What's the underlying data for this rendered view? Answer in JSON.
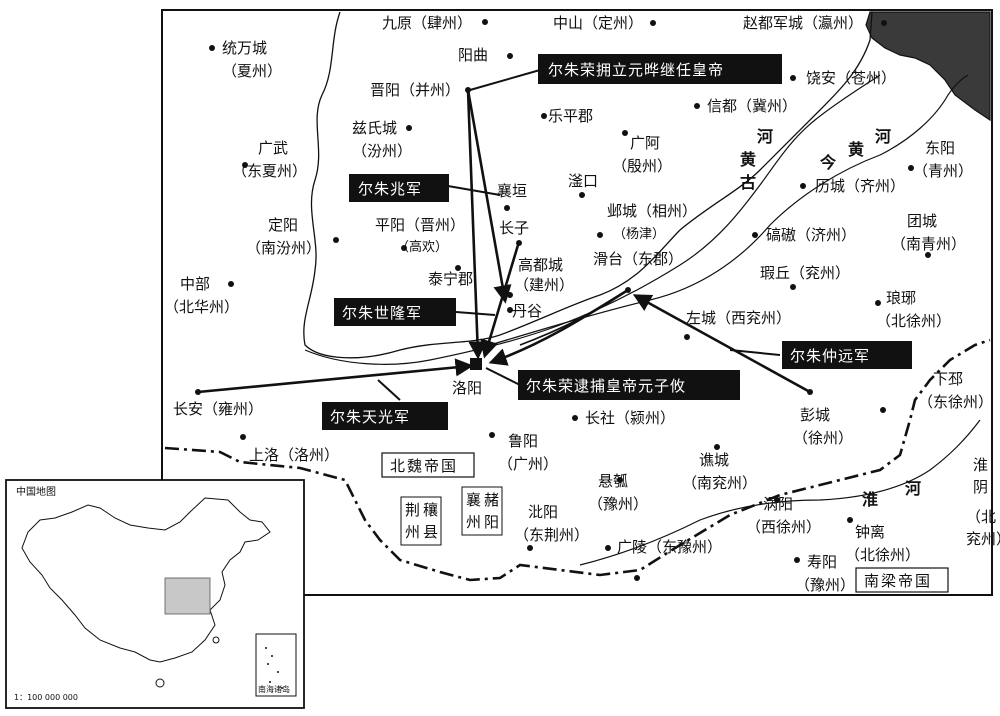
{
  "places": {
    "jiuyuan": "九原（肆州）",
    "zhongshan": "中山（定州）",
    "zhaodu": "赵都军城（瀛州）",
    "tongwan_a": "统万城",
    "tongwan_b": "（夏州）",
    "yangqu": "阳曲",
    "jinyang": "晋阳（并州）",
    "raoan": "饶安（苍州）",
    "xindu": "信都（冀州）",
    "lepingjun": "乐平郡",
    "zishi_a": "兹氏城",
    "zishi_b": "（汾州）",
    "guangwu_a": "广武",
    "guangwu_b": "（东夏州）",
    "guanga_a": "广阿",
    "guanga_b": "（殷州）",
    "dongyang_a": "东阳",
    "dongyang_b": "（青州）",
    "xiangyuan": "襄垣",
    "fukou": "滏口",
    "licheng": "历城（齐州）",
    "dingyang_a": "定阳",
    "dingyang_b": "（南汾州）",
    "pingyang_a": "平阳（晋州）",
    "pingyang_b": "（高欢）",
    "zhangzi": "长子",
    "yecheng_a": "邺城（相州）",
    "yecheng_b": "（杨津）",
    "qiaoao": "碻磝（济州）",
    "tuancheng_a": "团城",
    "tuancheng_b": "（南青州）",
    "zhongbu_a": "中部",
    "zhongbu_b": "（北华州）",
    "tainingjun": "泰宁郡",
    "gaodu_a": "高都城",
    "gaodu_b": "（建州）",
    "huatai": "滑台（东郡）",
    "xiaqiu": "瑕丘（兖州）",
    "langye_a": "琅琊",
    "langye_b": "（北徐州）",
    "dangu": "丹谷",
    "zuocheng": "左城（西兖州）",
    "luoyang": "洛阳",
    "xiapi_a": "下邳",
    "xiapi_b": "（东徐州）",
    "changan": "长安（雍州）",
    "changshe": "长社（颍州）",
    "pengcheng_a": "彭城",
    "pengcheng_b": "（徐州）",
    "shangluo": "上洛（洛州）",
    "luyang_a": "鲁阳",
    "luyang_b": "（广州）",
    "qiaocheng_a": "谯城",
    "qiaocheng_b": "（南兖州）",
    "xuanhu_a": "悬瓠",
    "xuanhu_b": "（豫州）",
    "huaiyin_a": "淮",
    "huaiyin_b": "阴",
    "huaiyin_c": "（北",
    "huaiyin_d": "兖州）",
    "biyang_a": "沘阳",
    "biyang_b": "（东荆州）",
    "woyang_a": "涡阳",
    "woyang_b": "（西徐州）",
    "guangling": "广陵（东豫州）",
    "zhongli_a": "钟离",
    "zhongli_b": "（北徐州）",
    "shouyang_a": "寿阳",
    "shouyang_b": "（豫州）",
    "jingxiang": [
      "荆",
      "州",
      "穰",
      "县"
    ],
    "xiangyang": [
      "襄",
      "州",
      "赭",
      "阳"
    ]
  },
  "rivers": {
    "jin_he": [
      "今",
      "黄",
      "河"
    ],
    "gu_he": [
      "河",
      "黄",
      "古"
    ],
    "huai": [
      "淮",
      "河"
    ]
  },
  "regions": {
    "beiwei": "北魏帝国",
    "nanliang": "南梁帝国"
  },
  "banners": {
    "liyuan": "尔朱荣拥立元晔继任皇帝",
    "zhao": "尔朱兆军",
    "shilong": "尔朱世隆军",
    "zhongyuan": "尔朱仲远军",
    "daibu": "尔朱荣逮捕皇帝元子攸",
    "tianguang": "尔朱天光军"
  },
  "inset": {
    "title": "中国地图",
    "scale": "1：100 000 000",
    "nanhai": "南海诸岛"
  },
  "colors": {
    "ink": "#111111",
    "banner": "#111111",
    "sea": "#3a3a3a",
    "highlight": "#c8c8c8"
  }
}
